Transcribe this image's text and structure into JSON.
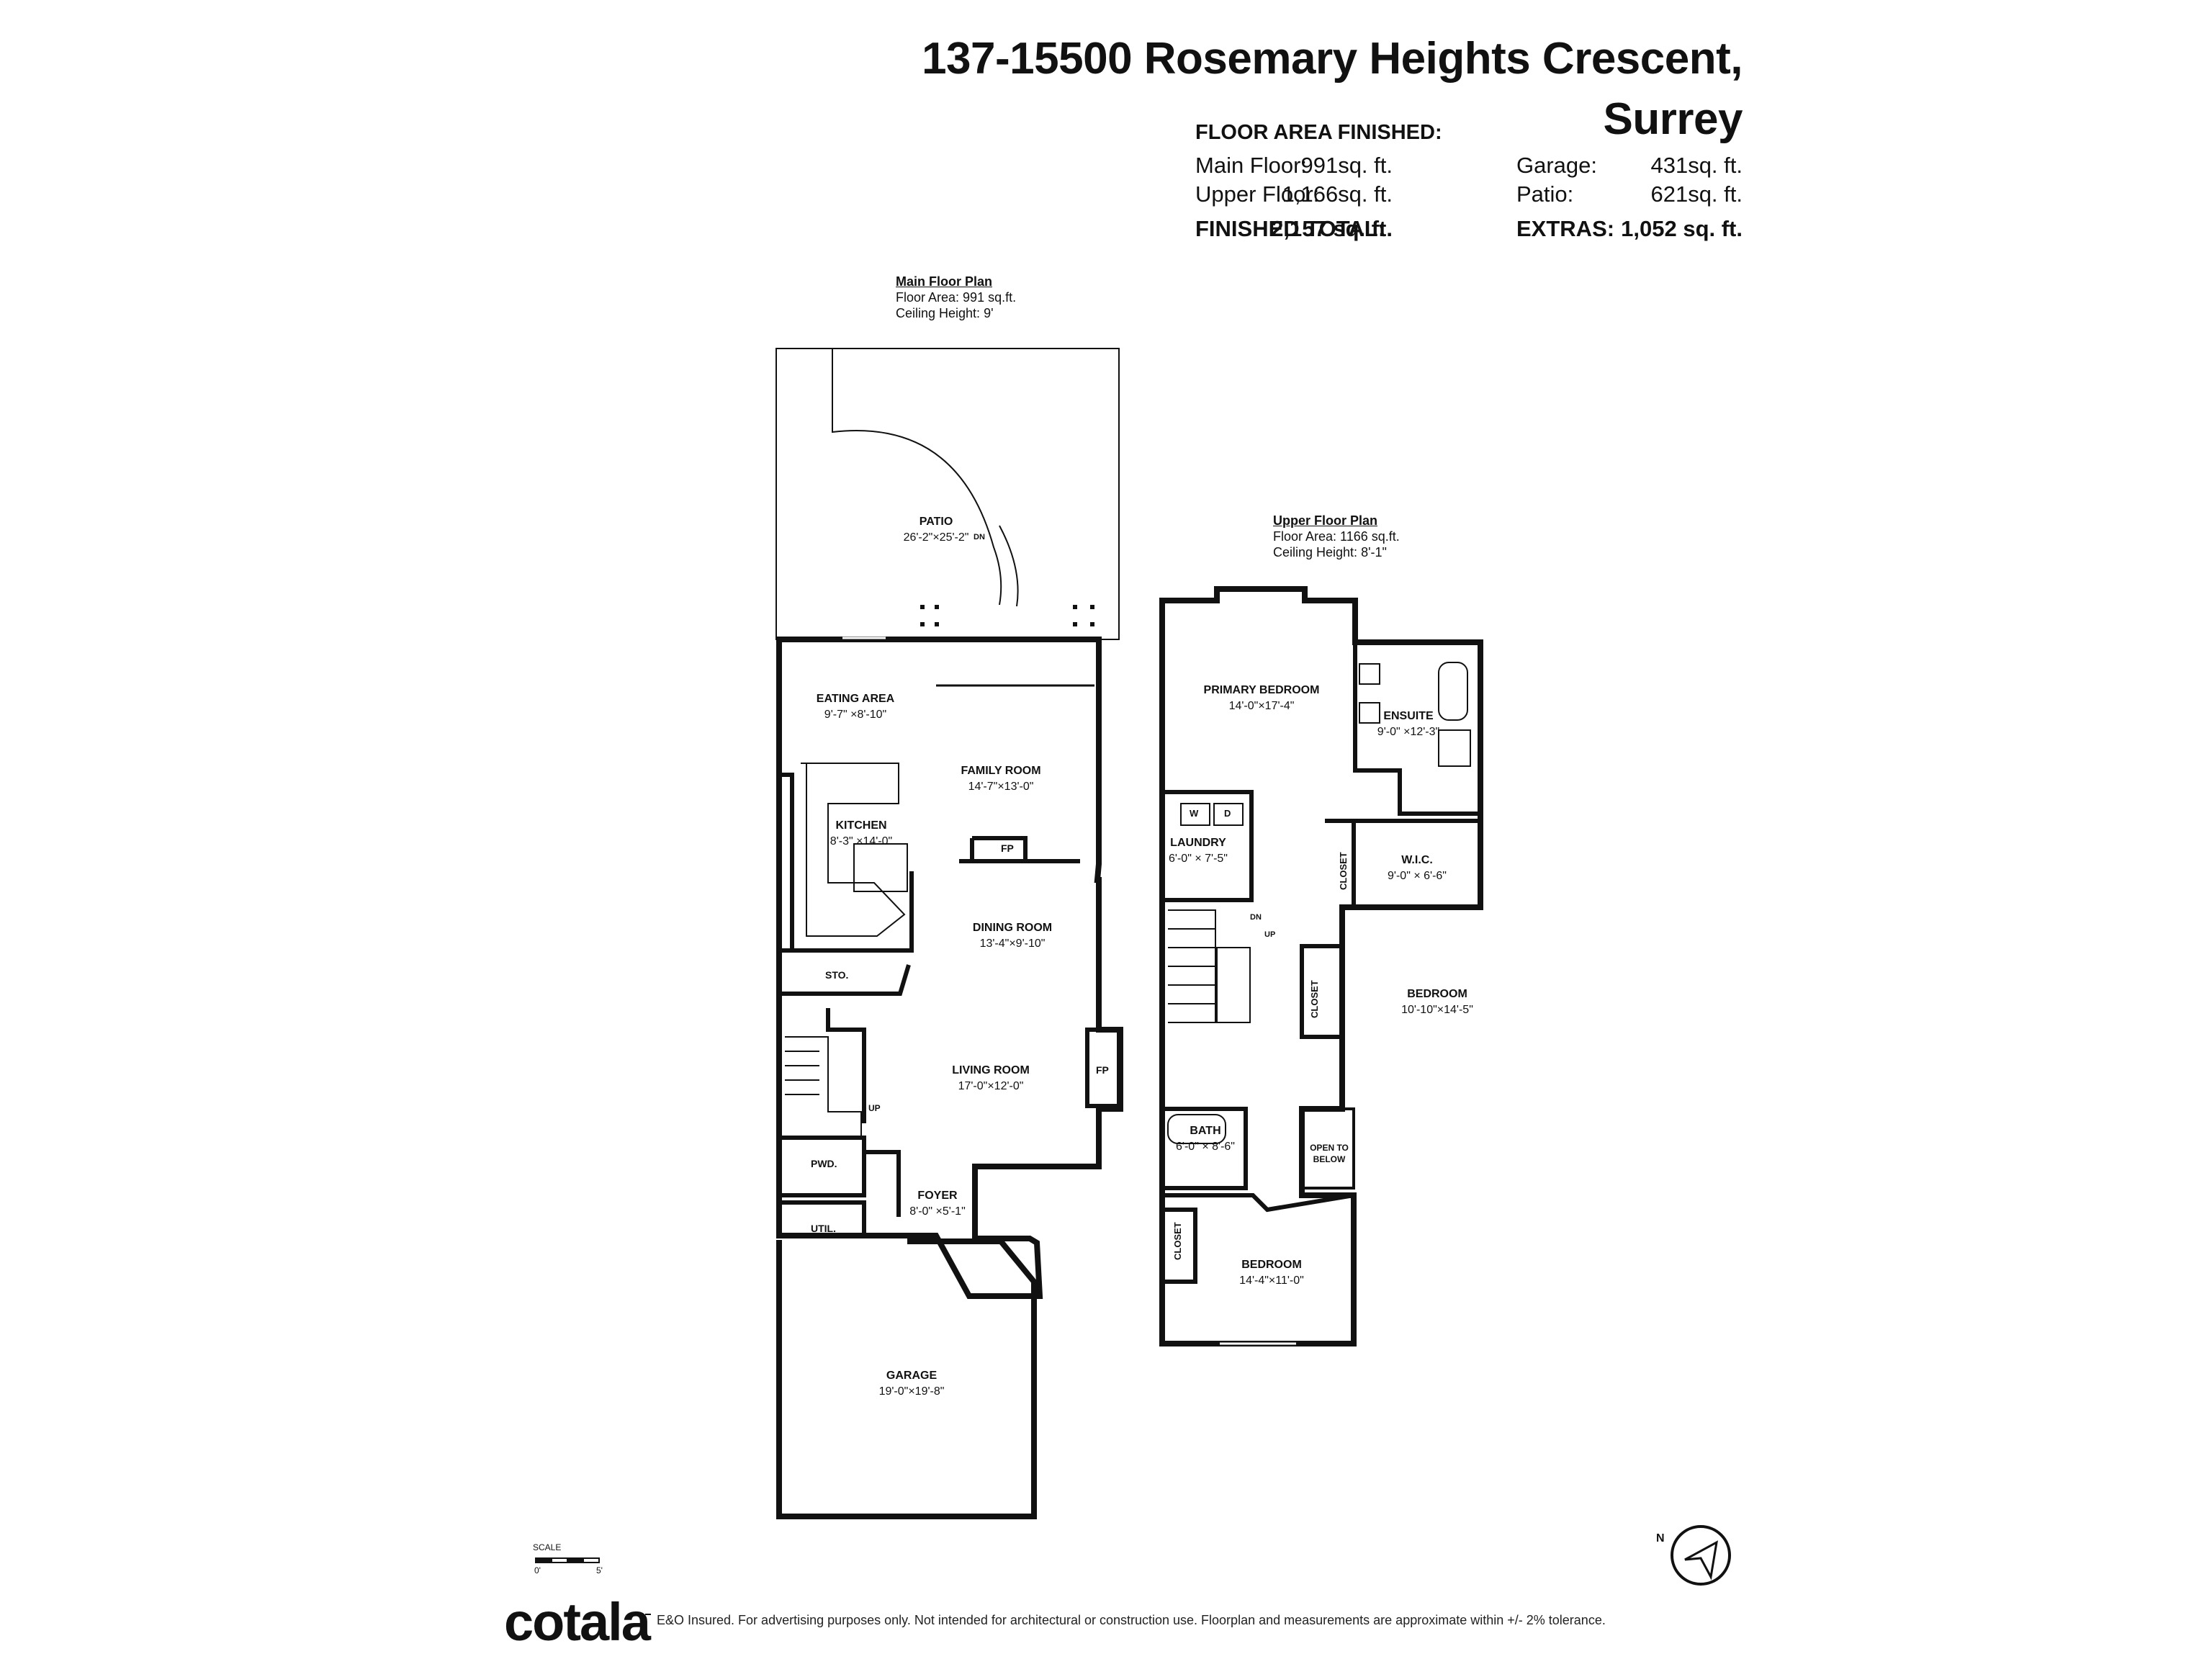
{
  "header": {
    "address_line1": "137-15500 Rosemary Heights Crescent,",
    "address_line2": "Surrey",
    "area_heading": "FLOOR AREA FINISHED:",
    "rows": [
      {
        "label": "Main Floor:",
        "value": "991sq. ft.",
        "label2": "Garage:",
        "value2": "431sq. ft."
      },
      {
        "label": "Upper Floor:",
        "value": "1,166sq. ft.",
        "label2": "Patio:",
        "value2": "621sq. ft."
      }
    ],
    "total": {
      "label": "FINISHED TOTAL:",
      "value": "2,157 sq. ft.",
      "label2": "EXTRAS:",
      "value2": "1,052 sq. ft."
    }
  },
  "main_floor": {
    "title": "Main Floor Plan",
    "area": "Floor Area: 991 sq.ft.",
    "ceiling": "Ceiling Height: 9'",
    "rooms": {
      "patio": {
        "name": "PATIO",
        "dim": "26'-2\"×25'-2\""
      },
      "eating": {
        "name": "EATING AREA",
        "dim": "9'-7\" ×8'-10\""
      },
      "family": {
        "name": "FAMILY ROOM",
        "dim": "14'-7\"×13'-0\""
      },
      "kitchen": {
        "name": "KITCHEN",
        "dim": "8'-3\" ×14'-0\""
      },
      "dining": {
        "name": "DINING ROOM",
        "dim": "13'-4\"×9'-10\""
      },
      "living": {
        "name": "LIVING ROOM",
        "dim": "17'-0\"×12'-0\""
      },
      "foyer": {
        "name": "FOYER",
        "dim": "8'-0\" ×5'-1\""
      },
      "garage": {
        "name": "GARAGE",
        "dim": "19'-0\"×19'-8\""
      }
    },
    "labels": {
      "sto": "STO.",
      "pwd": "PWD.",
      "util": "UTIL.",
      "fp": "FP",
      "up": "UP",
      "dn": "DN"
    }
  },
  "upper_floor": {
    "title": "Upper Floor Plan",
    "area": "Floor Area: 1166 sq.ft.",
    "ceiling": "Ceiling Height: 8'-1\"",
    "rooms": {
      "primary": {
        "name": "PRIMARY BEDROOM",
        "dim": "14'-0\"×17'-4\""
      },
      "ensuite": {
        "name": "ENSUITE",
        "dim": "9'-0\" ×12'-3\""
      },
      "laundry": {
        "name": "LAUNDRY",
        "dim": "6'-0\" × 7'-5\""
      },
      "wic": {
        "name": "W.I.C.",
        "dim": "9'-0\" × 6'-6\""
      },
      "bedroom2": {
        "name": "BEDROOM",
        "dim": "10'-10\"×14'-5\""
      },
      "bath": {
        "name": "BATH",
        "dim": "6'-0\" × 8'-6\""
      },
      "bedroom3": {
        "name": "BEDROOM",
        "dim": "14'-4\"×11'-0\""
      }
    },
    "labels": {
      "closet": "CLOSET",
      "open1": "OPEN TO",
      "open2": "BELOW",
      "up": "UP",
      "dn": "DN",
      "w": "W",
      "d": "D"
    }
  },
  "scale": {
    "label": "SCALE",
    "start": "0'",
    "end": "5'"
  },
  "compass": {
    "label": "N"
  },
  "footer": {
    "brand": "cotala",
    "disclaimer": "E&O Insured. For advertising purposes only. Not intended for architectural or construction use. Floorplan and measurements are approximate within +/- 2% tolerance."
  }
}
